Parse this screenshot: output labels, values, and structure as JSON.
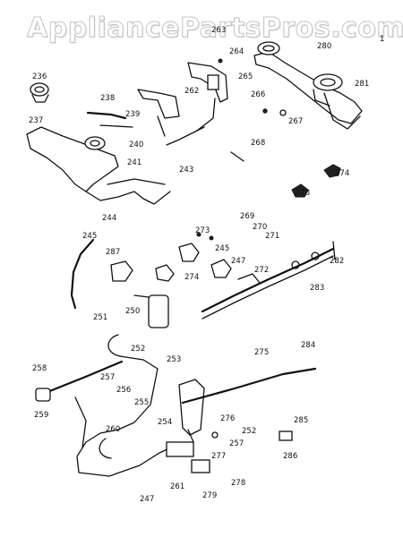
{
  "watermark": "AppliancePartsPros.com",
  "page_mark": "1",
  "part_labels": [
    "236",
    "237",
    "238",
    "239",
    "240",
    "241",
    "243",
    "244",
    "245",
    "245",
    "247",
    "247",
    "250",
    "251",
    "252",
    "253",
    "254",
    "255",
    "256",
    "257",
    "257",
    "258",
    "259",
    "260",
    "261",
    "262",
    "263",
    "264",
    "265",
    "266",
    "267",
    "268",
    "269",
    "270",
    "271",
    "272",
    "273",
    "273",
    "274",
    "274",
    "275",
    "276",
    "277",
    "278",
    "279",
    "280",
    "281",
    "282",
    "283",
    "284",
    "285",
    "286",
    "287",
    "252"
  ]
}
